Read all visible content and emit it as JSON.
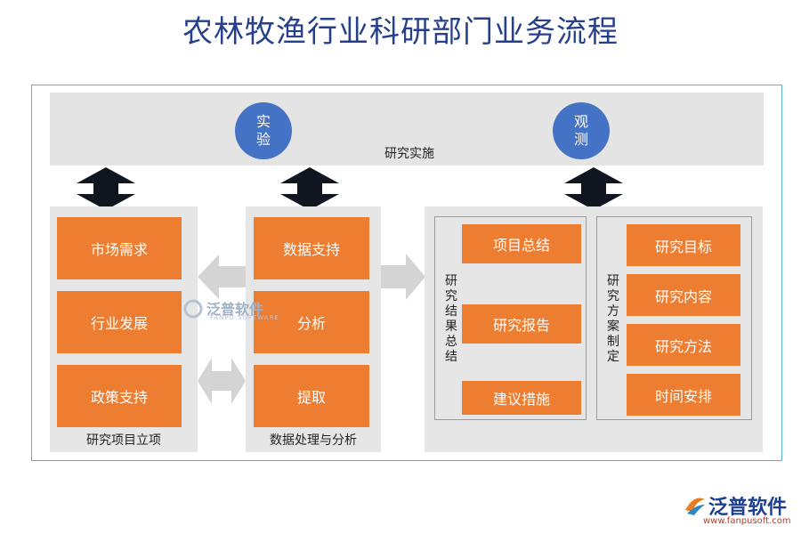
{
  "title": "农林牧渔行业科研部门业务流程",
  "band": {
    "label": "研究实施",
    "left_circle": "实验",
    "right_circle": "观测"
  },
  "panel1": {
    "label": "研究项目立项",
    "items": [
      "市场需求",
      "行业发展",
      "政策支持"
    ]
  },
  "panel2": {
    "label": "数据处理与分析",
    "items": [
      "数据支持",
      "分析",
      "提取"
    ]
  },
  "panel3": {
    "summary": {
      "label": "研究结果总结",
      "items": [
        "项目总结",
        "研究报告",
        "建议措施"
      ]
    },
    "plan": {
      "label": "研究方案制定",
      "items": [
        "研究目标",
        "研究内容",
        "研究方法",
        "时间安排"
      ]
    }
  },
  "watermark": {
    "text": "泛普软件",
    "sub": "FANPU SOFTWARE"
  },
  "logo": {
    "text": "泛普软件",
    "url": "www.fanpusoft.com"
  },
  "colors": {
    "orange": "#ed7d31",
    "circle": "#4472c4",
    "frame": "#5aaed8",
    "title": "#27408b"
  }
}
